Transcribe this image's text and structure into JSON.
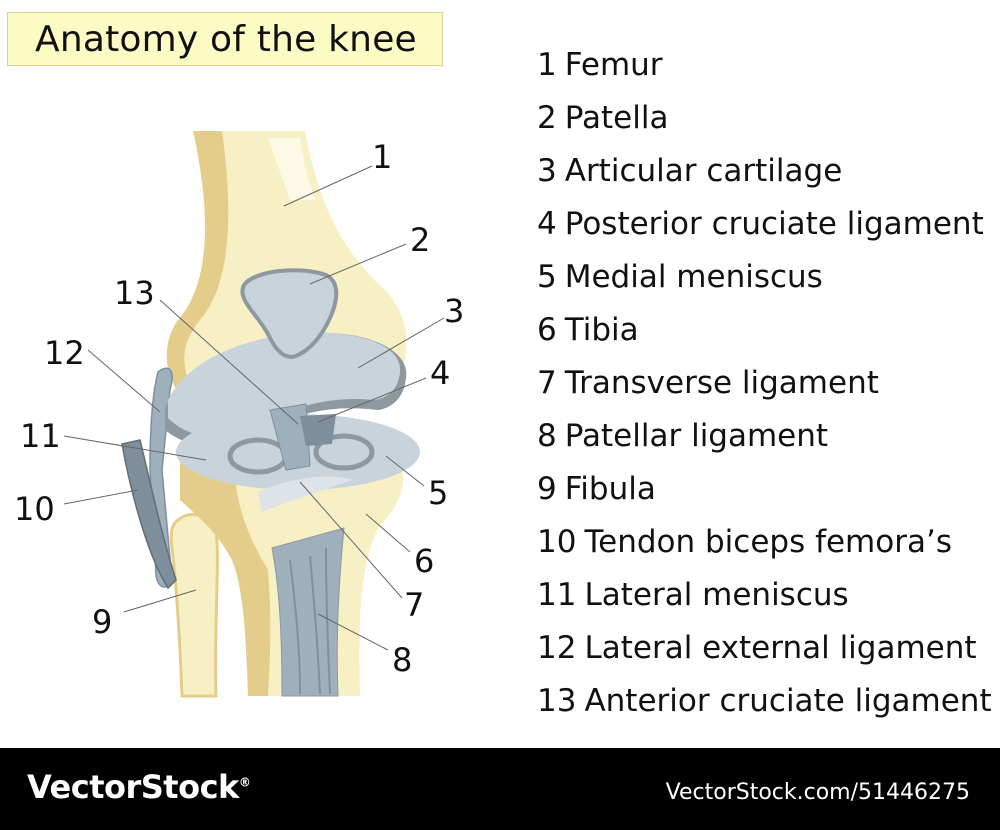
{
  "title": "Anatomy of the knee",
  "legend": [
    {
      "num": "1",
      "label": "Femur"
    },
    {
      "num": "2",
      "label": "Patella"
    },
    {
      "num": "3",
      "label": "Articular cartilage"
    },
    {
      "num": "4",
      "label": "Posterior cruciate ligament"
    },
    {
      "num": "5",
      "label": "Medial meniscus"
    },
    {
      "num": "6",
      "label": "Tibia"
    },
    {
      "num": "7",
      "label": "Transverse ligament"
    },
    {
      "num": "8",
      "label": "Patellar ligament"
    },
    {
      "num": "9",
      "label": "Fibula"
    },
    {
      "num": "10",
      "label": "Tendon biceps femora’s"
    },
    {
      "num": "11",
      "label": "Lateral meniscus"
    },
    {
      "num": "12",
      "label": "Lateral external ligament"
    },
    {
      "num": "13",
      "label": "Anterior cruciate ligament"
    }
  ],
  "callouts": [
    "1",
    "2",
    "3",
    "4",
    "5",
    "6",
    "7",
    "8",
    "9",
    "10",
    "11",
    "12",
    "13"
  ],
  "colors": {
    "bone": "#f7f0c4",
    "bone_shadow": "#e4cd8b",
    "cartilage": "#c9d3db",
    "cartilage_shadow": "#8d989f",
    "ligament": "#9fb0bd",
    "title_bg": "#fdfbc4"
  },
  "footer": {
    "brand": "VectorStock",
    "registered": "®",
    "image_ref": "VectorStock.com/51446275"
  }
}
